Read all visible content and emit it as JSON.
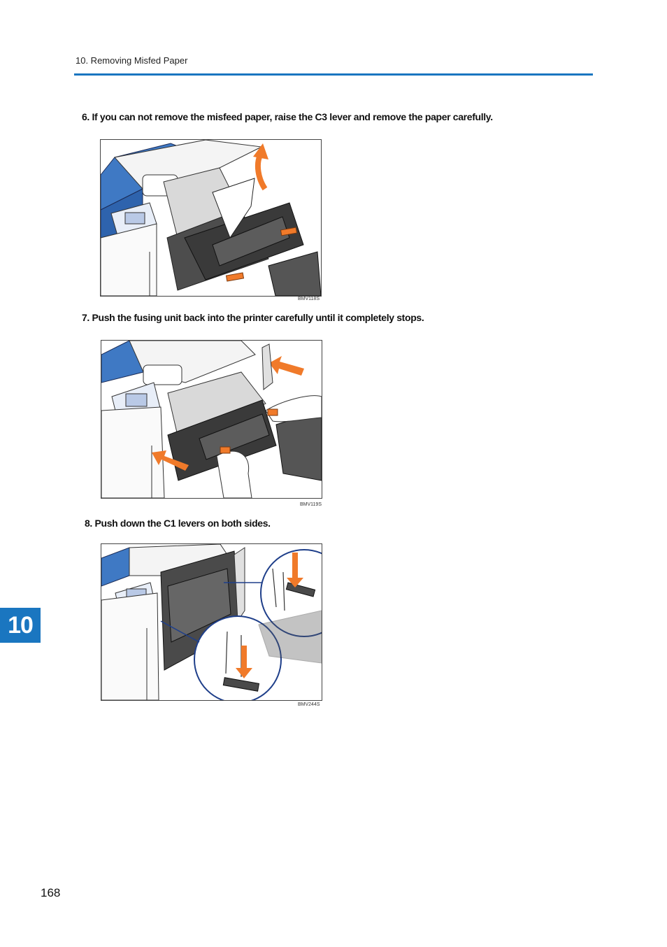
{
  "header": {
    "section_title": "10. Removing Misfed Paper",
    "rule_color": "#1a76c0"
  },
  "steps": [
    {
      "text": "6. If you can not remove the misfeed paper, raise the C3 lever and remove the paper carefully.",
      "figure_code": "BMV118S"
    },
    {
      "text": "7. Push the fusing unit back into the printer carefully until it completely stops.",
      "figure_code": "BMV119S"
    },
    {
      "text": "8. Push down the C1 levers on both sides.",
      "figure_code": "BMV244S"
    }
  ],
  "chapter_tab": {
    "label": "10",
    "color": "#1a76c0"
  },
  "page_number": "168",
  "colors": {
    "printer_blue": "#3f79c4",
    "arrow_orange": "#f07a2a",
    "callout_ring": "#1f3f8a"
  }
}
